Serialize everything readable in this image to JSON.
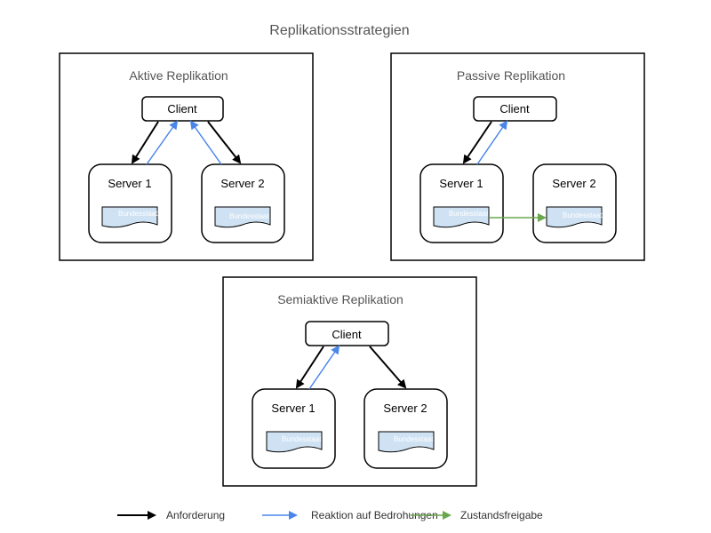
{
  "title": "Replikationsstrategien",
  "colors": {
    "request": "#000000",
    "reaction": "#4a86e8",
    "state": "#6aa84f",
    "doc_fill": "#cfe2f3"
  },
  "panels": {
    "active": {
      "title": "Aktive Replikation",
      "client": "Client",
      "server1": "Server 1",
      "server2": "Server 2",
      "doc1": "Bundesstaat",
      "doc2": "Bundesstaat"
    },
    "passive": {
      "title": "Passive Replikation",
      "client": "Client",
      "server1": "Server 1",
      "server2": "Server 2",
      "doc1": "Bundesstaat",
      "doc2": "Bundesstaat"
    },
    "semiactive": {
      "title": "Semiaktive Replikation",
      "client": "Client",
      "server1": "Server 1",
      "server2": "Server 2",
      "doc1": "Bundesstaat",
      "doc2": "Bundesstaat"
    }
  },
  "legend": {
    "request": "Anforderung",
    "reaction": "Reaktion auf Bedrohungen",
    "state": "Zustandsfreigabe"
  }
}
